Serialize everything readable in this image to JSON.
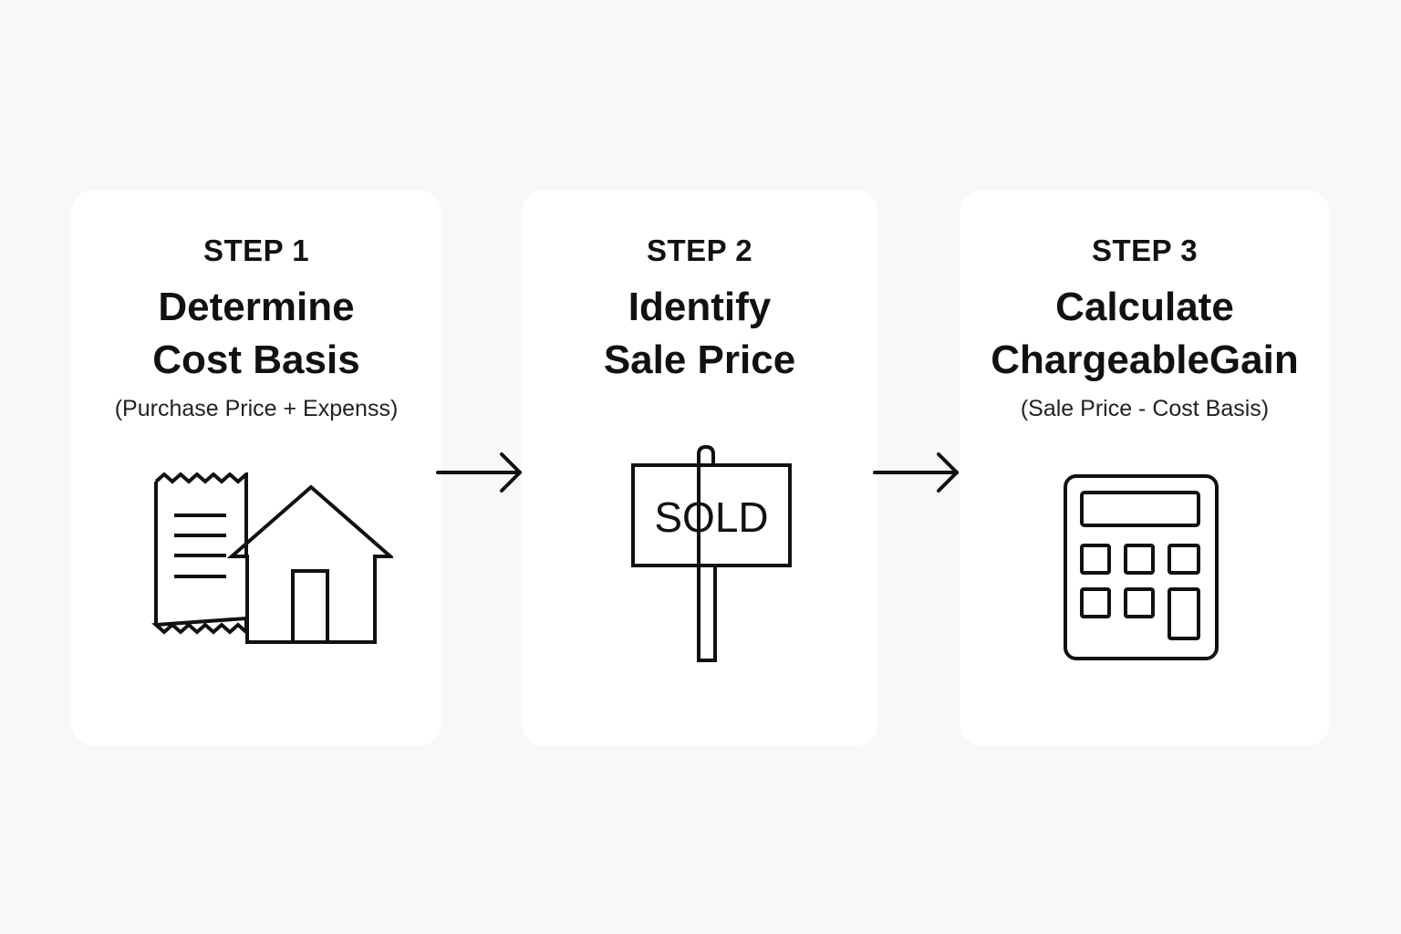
{
  "steps": [
    {
      "label": "STEP 1",
      "title": "Determine\nCost Basis",
      "subtitle": "(Purchase Price + Expenss)",
      "icon": "receipt-house-icon"
    },
    {
      "label": "STEP 2",
      "title": "Identify\nSale Price",
      "subtitle": "",
      "icon": "sold-sign-icon",
      "sign_text": "SOLD"
    },
    {
      "label": "STEP 3",
      "title": "Calculate\nChargeableGain",
      "subtitle": "(Sale Price - Cost Basis)",
      "icon": "calculator-icon"
    }
  ],
  "connectors": [
    "arrow-right-icon",
    "arrow-right-icon"
  ],
  "colors": {
    "background": "#f8f8f8",
    "card": "#ffffff",
    "ink": "#111111"
  }
}
